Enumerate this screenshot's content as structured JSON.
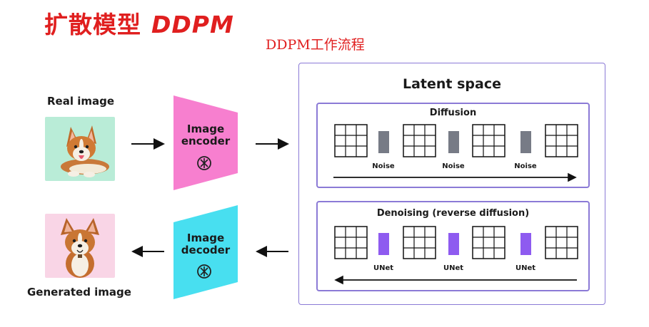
{
  "header": {
    "title_cn": "扩散模型",
    "title_latin": "DDPM",
    "subtitle": "DDPM工作流程"
  },
  "left": {
    "real_label": "Real image",
    "generated_label": "Generated image"
  },
  "encoder": {
    "line1": "Image",
    "line2": "encoder"
  },
  "decoder": {
    "line1": "Image",
    "line2": "decoder"
  },
  "latent": {
    "title": "Latent space",
    "diffusion": {
      "title": "Diffusion",
      "step_labels": [
        "Noise",
        "Noise",
        "Noise"
      ]
    },
    "denoising": {
      "title": "Denoising (reverse diffusion)",
      "step_labels": [
        "UNet",
        "UNet",
        "UNet"
      ]
    }
  },
  "colors": {
    "title_red": "#e01f1f",
    "encoder_pink": "#f77fcf",
    "decoder_cyan": "#48dff0",
    "panel_purple": "#8b7ad6",
    "noise_gray": "#777b86",
    "unet_purple": "#8e5bf0",
    "real_bg": "#b9ecd7",
    "generated_bg": "#f9d5e6"
  },
  "icons": {
    "encoder_icon": "sparkle-badge-icon",
    "decoder_icon": "sparkle-badge-icon",
    "real_image": "corgi-lying-photo",
    "generated_image": "corgi-sitting-photo"
  }
}
